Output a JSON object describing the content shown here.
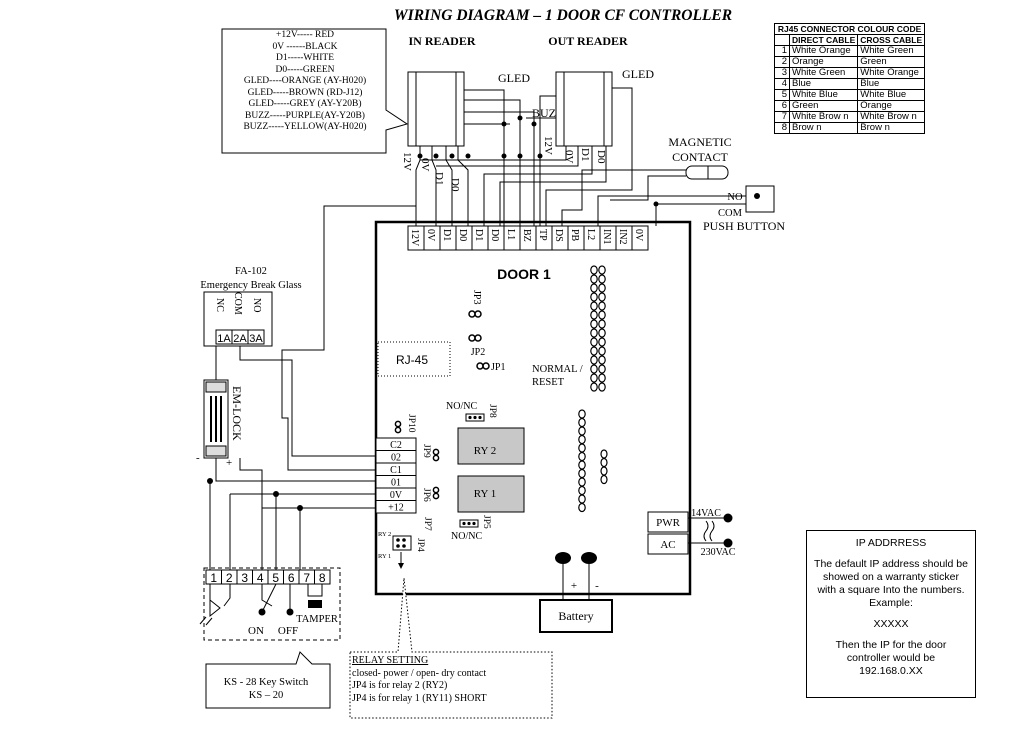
{
  "title": "WIRING DIAGRAM – 1 DOOR CF CONTROLLER",
  "legend": [
    "+12V----- RED",
    "0V ------BLACK",
    "D1-----WHITE",
    "D0-----GREEN",
    "GLED----ORANGE (AY-H020)",
    "GLED-----BROWN (RD-J12)",
    "GLED-----GREY (AY-Y20B)",
    "BUZZ-----PURPLE(AY-Y20B)",
    "BUZZ-----YELLOW(AY-H020)"
  ],
  "readers": {
    "in_reader": "IN READER",
    "out_reader": "OUT READER",
    "gled": "GLED",
    "buz": "BUZ",
    "in_pins": [
      "12V",
      "0V",
      "D1",
      "D0"
    ],
    "out_pins": [
      "12V",
      "0V",
      "D1",
      "D0"
    ]
  },
  "magnetic_contact": {
    "line1": "MAGNETIC",
    "line2": "CONTACT"
  },
  "push_button": {
    "label": "PUSH BUTTON",
    "no": "NO",
    "com": "COM"
  },
  "controller": {
    "name": "DOOR 1",
    "terminals": [
      "12V",
      "0V",
      "D1",
      "D0",
      "D1",
      "D0",
      "L1",
      "BZ",
      "TP",
      "DS",
      "PB",
      "L2",
      "IN1",
      "IN2",
      "0V"
    ],
    "left_terminals": [
      "C2",
      "02",
      "C1",
      "01",
      "0V",
      "+12"
    ],
    "rj45": "RJ-45",
    "jp1": "JP1",
    "jp2": "JP2",
    "jp3": "JP3",
    "jp4": "JP4",
    "jp5": "JP5",
    "jp6": "JP6",
    "jp7": "JP7",
    "jp8": "JP8",
    "jp9": "JP9",
    "jp10": "JP10",
    "nonc_top": "NO/NC",
    "nonc_bottom": "NO/NC",
    "normal": "NORMAL /",
    "reset": "RESET",
    "ry2": "RY 2",
    "ry1": "RY 1",
    "ry2_small": "RY 2",
    "ry1_small": "RY 1",
    "pwr": "PWR",
    "ac": "AC",
    "vac14": "14VAC",
    "vac230": "230VAC",
    "battery": "Battery",
    "plus": "+",
    "minus": "-"
  },
  "fa102": {
    "name": "FA-102",
    "desc": "Emergency Break Glass",
    "pins": [
      "NC",
      "COM",
      "NO"
    ],
    "terminals": [
      "1A",
      "2A",
      "3A"
    ]
  },
  "em_lock": {
    "label": "EM-LOCK",
    "minus": "-",
    "plus": "+"
  },
  "key_switch": {
    "terminals": [
      "1",
      "2",
      "3",
      "4",
      "5",
      "6",
      "7",
      "8"
    ],
    "on": "ON",
    "off": "OFF",
    "tamper": "TAMPER",
    "line1": "KS - 28 Key Switch",
    "line2": "KS – 20"
  },
  "relay_setting": {
    "title": "RELAY SETTING",
    "lines": [
      "closed- power / open- dry contact",
      "JP4  is for relay 2 (RY2)",
      "JP4 is for relay 1 (RY11) SHORT"
    ]
  },
  "rj45_table": {
    "title": "RJ45 CONNECTOR COLOUR CODE",
    "headers": [
      "DIRECT CABLE",
      "CROSS CABLE"
    ],
    "rows": [
      [
        "1",
        "White Orange",
        "White Green"
      ],
      [
        "2",
        "Orange",
        "Green"
      ],
      [
        "3",
        "White Green",
        "White Orange"
      ],
      [
        "4",
        "Blue",
        "Blue"
      ],
      [
        "5",
        "White Blue",
        "White Blue"
      ],
      [
        "6",
        "Green",
        "Orange"
      ],
      [
        "7",
        "White Brow n",
        "White Brow n"
      ],
      [
        "8",
        "Brow n",
        "Brow n"
      ]
    ]
  },
  "ip_box": {
    "title": "IP ADDRRESS",
    "text": "The default IP address should be showed on a warranty sticker with a square Into the numbers. Example:",
    "example": "XXXXX",
    "text2": "Then the IP for the door controller would be",
    "ip": "192.168.0.XX"
  }
}
